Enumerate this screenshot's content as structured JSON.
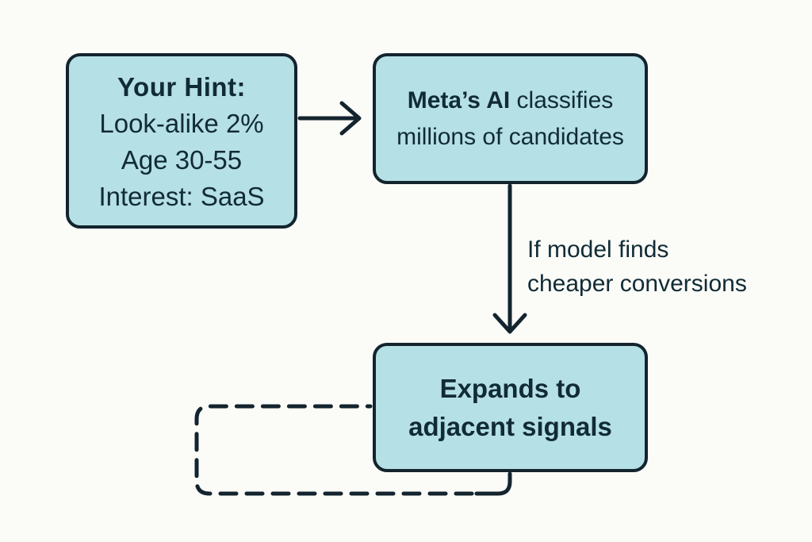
{
  "diagram": {
    "title_implicit": "Meta lookalike audience expansion flow",
    "colors": {
      "background": "#fbfbf7",
      "box_fill": "#b5e0e5",
      "line_stroke": "#13242e",
      "text": "#112b36"
    },
    "hint_box": {
      "title": "Your Hint:",
      "lines": [
        "Look-alike 2%",
        "Age 30-55",
        "Interest: SaaS"
      ]
    },
    "classify_box": {
      "lead_bold": "Meta’s AI",
      "lead_rest": " classifies",
      "line2": "millions of candidates"
    },
    "arrow_label": {
      "line1": "If model finds",
      "line2": "cheaper conversions"
    },
    "expand_box": {
      "line1": "Expands to",
      "line2": "adjacent signals"
    }
  }
}
